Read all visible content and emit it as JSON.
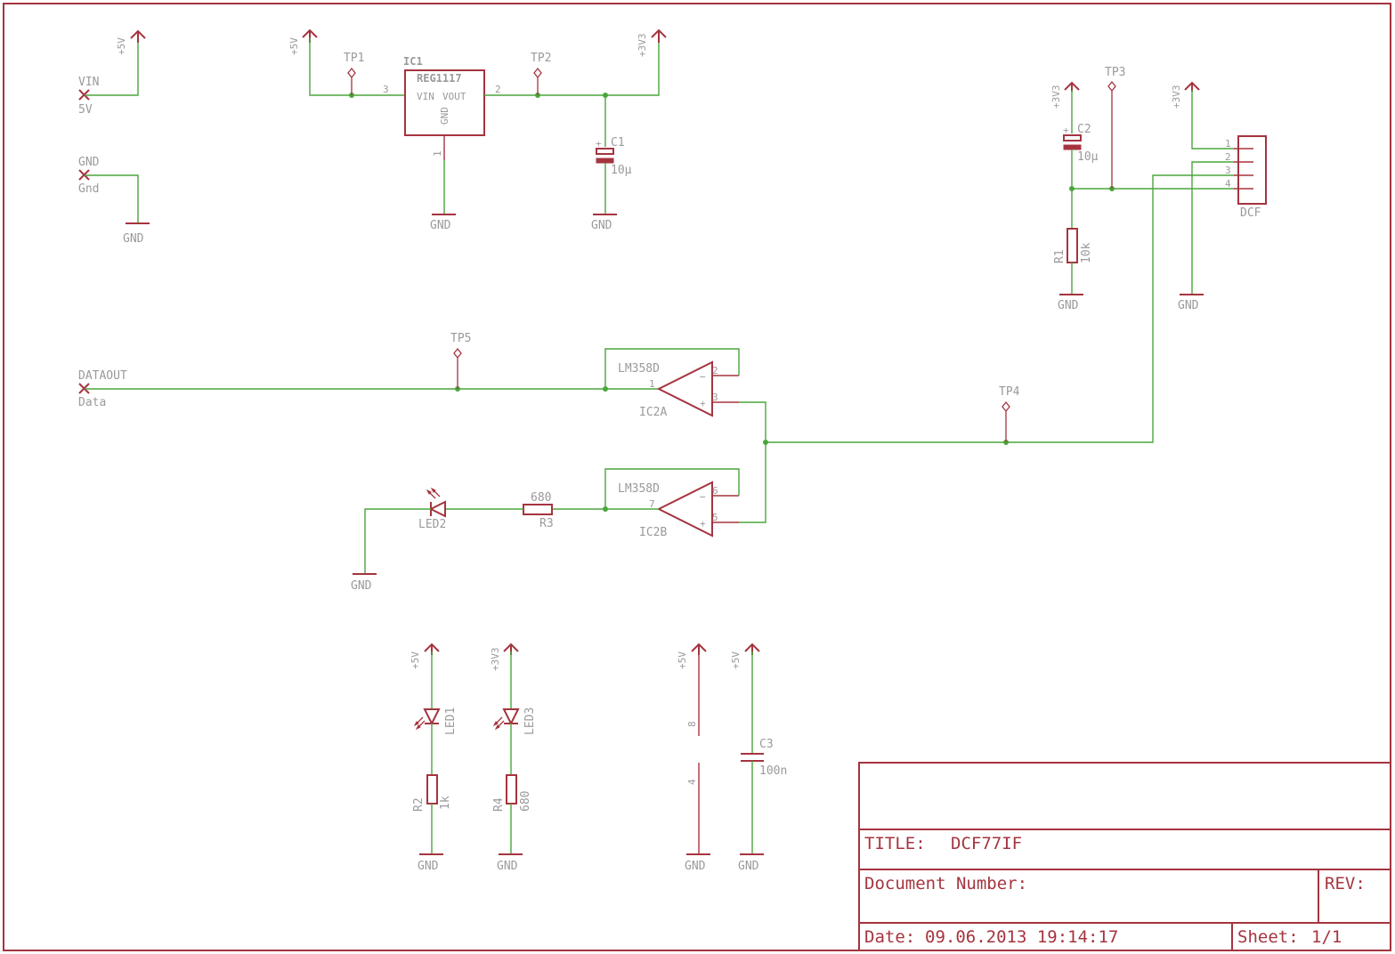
{
  "supplies": {
    "p5v": "+5V",
    "p3v3": "+3V3",
    "gnd": "GND"
  },
  "connectors": {
    "vin": {
      "name": "VIN",
      "value": "5V"
    },
    "gnd": {
      "name": "GND",
      "value": "Gnd"
    },
    "dataout": {
      "name": "DATAOUT",
      "value": "Data"
    }
  },
  "testpoints": [
    "TP1",
    "TP2",
    "TP3",
    "TP4",
    "TP5"
  ],
  "ic1": {
    "name": "IC1",
    "part": "REG1117",
    "pin_vin": "VIN",
    "pin_vout": "VOUT",
    "pin_gnd": "GND",
    "pins": [
      "3",
      "2",
      "1"
    ]
  },
  "ic2a": {
    "name": "IC2A",
    "part": "LM358D",
    "pins": [
      "2",
      "1",
      "3"
    ]
  },
  "ic2b": {
    "name": "IC2B",
    "part": "LM358D",
    "pins": [
      "6",
      "7",
      "5"
    ]
  },
  "power_pins": [
    "8",
    "4"
  ],
  "capacitors": [
    {
      "name": "C1",
      "value": "10µ"
    },
    {
      "name": "C2",
      "value": "10µ"
    },
    {
      "name": "C3",
      "value": "100n"
    }
  ],
  "resistors": [
    {
      "name": "R1",
      "value": "10k"
    },
    {
      "name": "R2",
      "value": "1k"
    },
    {
      "name": "R3",
      "value": "680"
    },
    {
      "name": "R4",
      "value": "680"
    }
  ],
  "leds": [
    "LED1",
    "LED2",
    "LED3"
  ],
  "dcf": {
    "name": "DCF",
    "pins": [
      "1",
      "2",
      "3",
      "4"
    ]
  },
  "titleblock": {
    "title_label": "TITLE:",
    "title": "DCF77IF",
    "docnum_label": "Document Number:",
    "rev_label": "REV:",
    "date_label": "Date:",
    "date": "09.06.2013 19:14:17",
    "sheet_label": "Sheet:",
    "sheet": "1/1"
  }
}
